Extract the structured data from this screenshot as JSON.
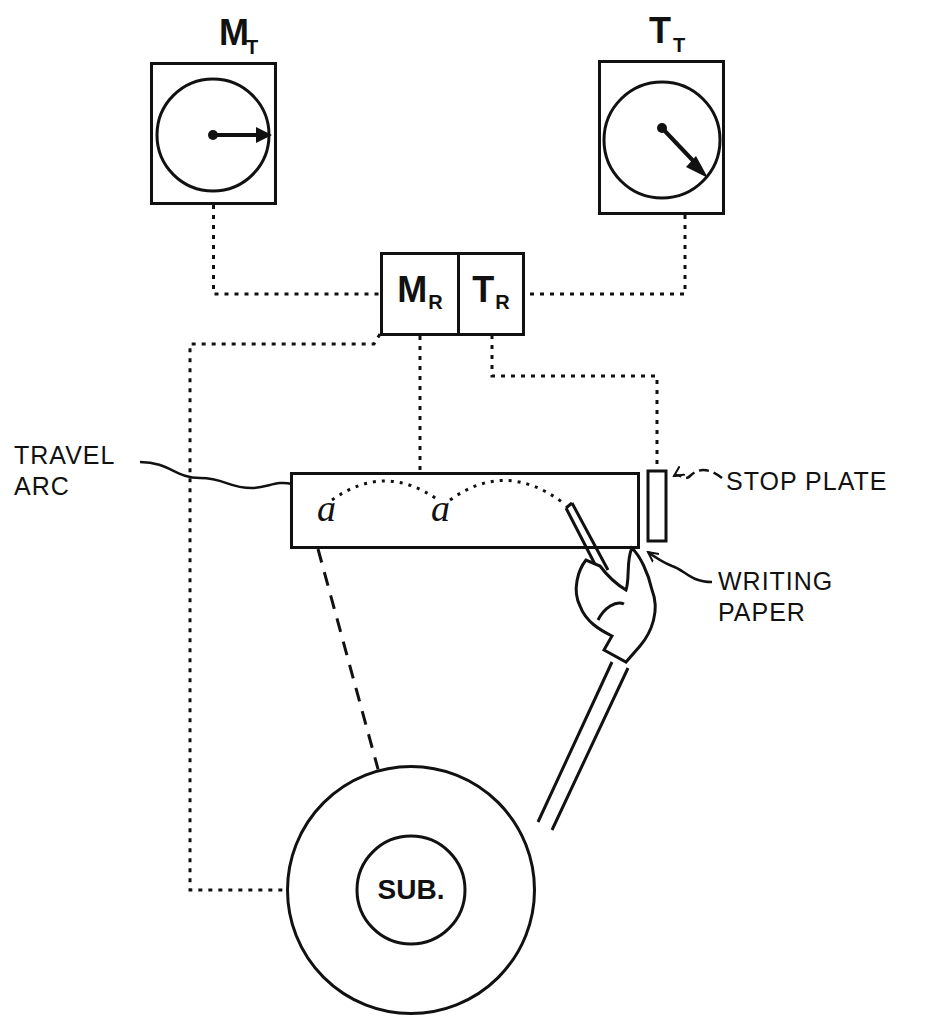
{
  "diagram": {
    "nodes": [
      {
        "text": [
          "M",
          "T"
        ]
      },
      {
        "text": [
          "T",
          "T"
        ]
      },
      {
        "text": [
          "M",
          "R"
        ]
      },
      {
        "text": [
          "T",
          "R"
        ]
      },
      {
        "text": [
          "a",
          "a"
        ]
      },
      {
        "text": [
          "SUB."
        ]
      }
    ],
    "edges": [
      {
        "from": 0,
        "to": 2,
        "arrow": "none"
      },
      {
        "from": 1,
        "to": 3,
        "arrow": "none"
      },
      {
        "from": 2,
        "to": 4,
        "arrow": "none"
      },
      {
        "from": 2,
        "to": 5,
        "arrow": "none"
      },
      {
        "from": 4,
        "to": 5,
        "arrow": "none"
      }
    ],
    "labels": [
      "TRAVEL ARC",
      "STOP PLATE",
      "WRITING PAPER"
    ]
  }
}
